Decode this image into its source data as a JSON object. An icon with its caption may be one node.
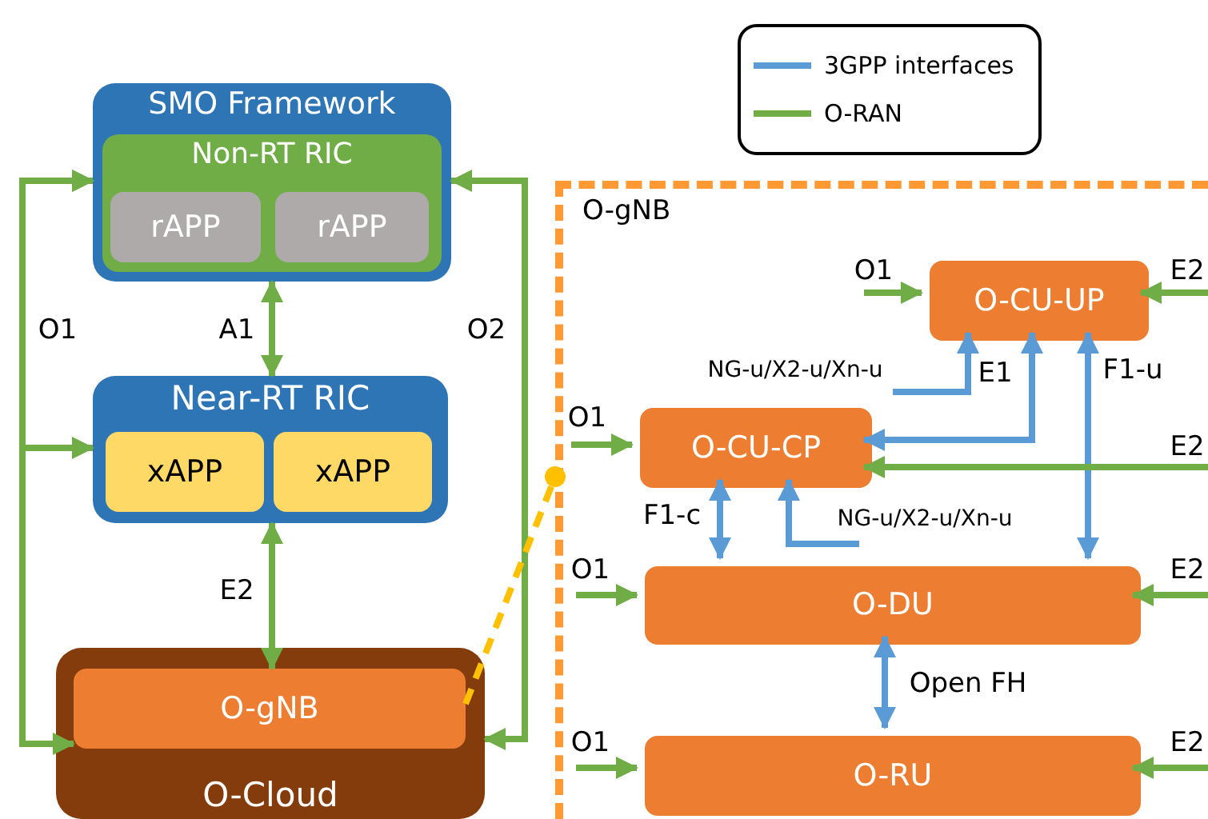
{
  "diagram": {
    "nodes": [
      {
        "text": [
          "SMO Framework"
        ]
      },
      {
        "text": [
          "Non-RT RIC"
        ],
        "in": 0
      },
      {
        "text": [
          "rAPP"
        ],
        "in": 1
      },
      {
        "text": [
          "rAPP"
        ],
        "in": 1
      },
      {
        "text": [
          "Near-RT RIC"
        ]
      },
      {
        "text": [
          "xAPP"
        ],
        "in": 4
      },
      {
        "text": [
          "xAPP"
        ],
        "in": 4
      },
      {
        "text": [
          "O-Cloud"
        ]
      },
      {
        "text": [
          "O-gNB"
        ],
        "in": 7
      },
      {
        "text": [
          "O-gNB"
        ]
      },
      {
        "text": [
          "O-CU-UP"
        ],
        "in": 9
      },
      {
        "text": [
          "O-CU-CP"
        ],
        "in": 9
      },
      {
        "text": [
          "O-DU"
        ],
        "in": 9
      },
      {
        "text": [
          "O-RU"
        ],
        "in": 9
      }
    ],
    "edges": [
      {
        "from": 0,
        "to": 8,
        "arrow": "both",
        "label": "O1"
      },
      {
        "from": 0,
        "to": 4,
        "arrow": "both"
      },
      {
        "from": 0,
        "to": 4,
        "arrow": "both",
        "label": "A1"
      },
      {
        "from": 0,
        "to": 7,
        "arrow": "both",
        "label": "O2"
      },
      {
        "from": 4,
        "to": 8,
        "arrow": "both",
        "label": "E2"
      },
      {
        "from": 8,
        "to": 9,
        "arrow": "other",
        "style": "dashed",
        "color": "#ffc000"
      },
      {
        "from": null,
        "to": 10,
        "arrow": "to",
        "label": "O1"
      },
      {
        "from": null,
        "to": 10,
        "arrow": "to",
        "label": "E2"
      },
      {
        "from": null,
        "to": 10,
        "arrow": "to",
        "label": "NG-u/X2-u/Xn-u",
        "color": "#5b9bd5"
      },
      {
        "from": 11,
        "to": 10,
        "arrow": "both",
        "label": "E1",
        "color": "#5b9bd5"
      },
      {
        "from": 10,
        "to": 12,
        "arrow": "both",
        "label": "F1-u",
        "color": "#5b9bd5"
      },
      {
        "from": null,
        "to": 11,
        "arrow": "to",
        "label": "O1"
      },
      {
        "from": null,
        "to": 11,
        "arrow": "to",
        "label": "E2"
      },
      {
        "from": 11,
        "to": 12,
        "arrow": "both",
        "label": "F1-c",
        "color": "#5b9bd5"
      },
      {
        "from": null,
        "to": 11,
        "arrow": "to",
        "label": "NG-u/X2-u/Xn-u",
        "color": "#5b9bd5"
      },
      {
        "from": null,
        "to": 12,
        "arrow": "to",
        "label": "O1"
      },
      {
        "from": null,
        "to": 12,
        "arrow": "to",
        "label": "E2"
      },
      {
        "from": 12,
        "to": 13,
        "arrow": "both",
        "label": "Open FH",
        "color": "#5b9bd5"
      },
      {
        "from": null,
        "to": 13,
        "arrow": "to",
        "label": "O1"
      },
      {
        "from": null,
        "to": 13,
        "arrow": "to",
        "label": "E2"
      }
    ],
    "legend": [
      {
        "text": "3GPP interfaces"
      },
      {
        "text": "O-RAN"
      }
    ]
  }
}
